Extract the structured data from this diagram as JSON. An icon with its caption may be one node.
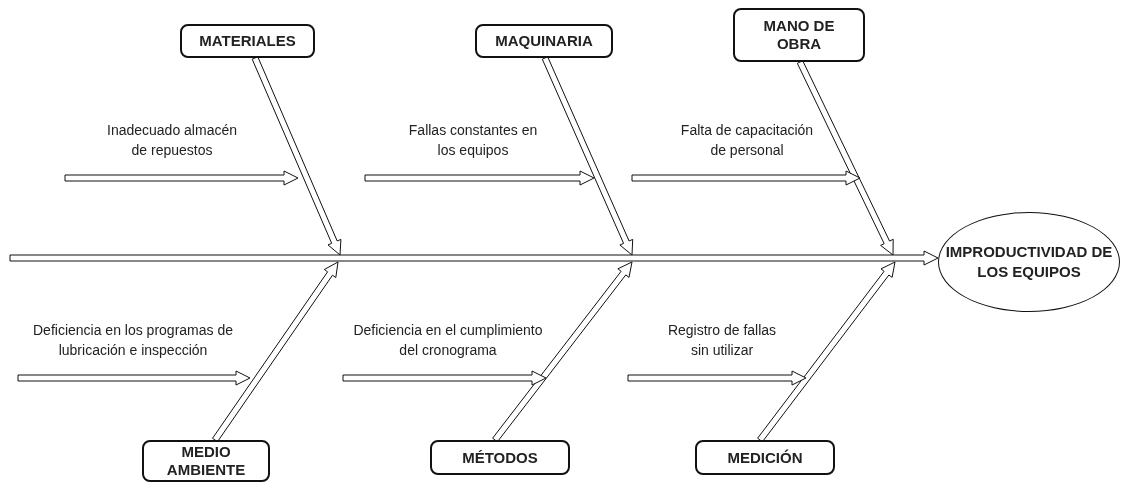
{
  "diagram": {
    "nodes": [
      {
        "text": [
          "MATERIALES"
        ]
      },
      {
        "text": [
          "MAQUINARIA"
        ]
      },
      {
        "text": [
          "MANO DE OBRA"
        ]
      },
      {
        "text": [
          "Inadecuado almacén de repuestos"
        ]
      },
      {
        "text": [
          "Fallas constantes en los equipos"
        ]
      },
      {
        "text": [
          "Falta de capacitación de personal"
        ]
      },
      {
        "text": [
          "IMPRODUCTIVIDAD DE LOS EQUIPOS"
        ]
      },
      {
        "text": [
          "Deficiencia en los programas de lubricación e inspección"
        ]
      },
      {
        "text": [
          "Deficiencia en el cumplimiento del cronograma"
        ]
      },
      {
        "text": [
          "Registro de fallas sin utilizar"
        ]
      },
      {
        "text": [
          "MEDIO AMBIENTE"
        ]
      },
      {
        "text": [
          "MÉTODOS"
        ]
      },
      {
        "text": [
          "MEDICIÓN"
        ]
      }
    ],
    "edges": [
      {
        "from": 0,
        "to": null,
        "arrow": "to"
      },
      {
        "from": 1,
        "to": null,
        "arrow": "to"
      },
      {
        "from": 2,
        "to": null,
        "arrow": "to"
      },
      {
        "from": 3,
        "to": null,
        "arrow": "to"
      },
      {
        "from": 4,
        "to": null,
        "arrow": "to"
      },
      {
        "from": 5,
        "to": null,
        "arrow": "to"
      },
      {
        "from": null,
        "to": 6,
        "arrow": "to"
      },
      {
        "from": 10,
        "to": null,
        "arrow": "to"
      },
      {
        "from": 11,
        "to": null,
        "arrow": "to"
      },
      {
        "from": 12,
        "to": null,
        "arrow": "to"
      },
      {
        "from": 7,
        "to": null,
        "arrow": "to"
      },
      {
        "from": 8,
        "to": null,
        "arrow": "to"
      },
      {
        "from": 9,
        "to": null,
        "arrow": "to"
      }
    ]
  }
}
